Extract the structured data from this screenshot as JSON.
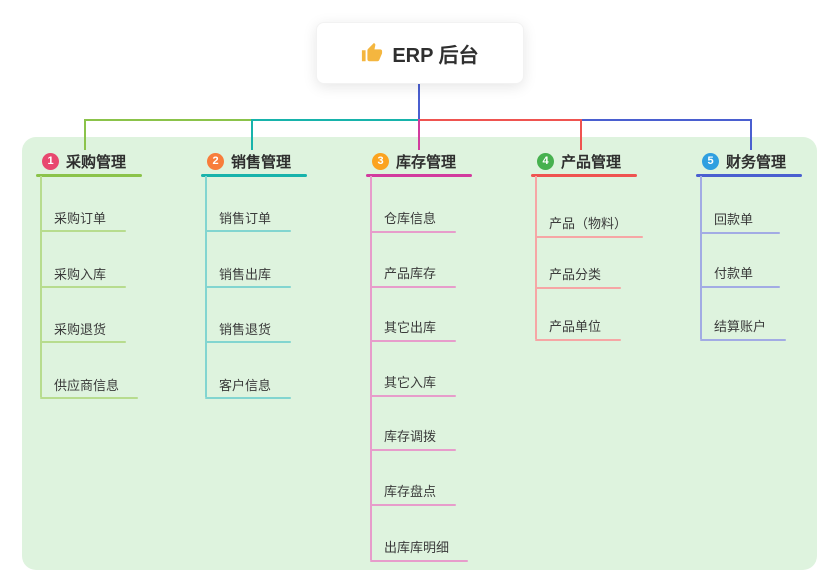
{
  "root": {
    "label": "ERP 后台",
    "icon": "thumbs-up"
  },
  "branches": [
    {
      "num": "1",
      "label": "采购管理",
      "line_color": "#8bc34a",
      "badge_color": "#e8486f",
      "children": [
        "采购订单",
        "采购入库",
        "采购退货",
        "供应商信息"
      ]
    },
    {
      "num": "2",
      "label": "销售管理",
      "line_color": "#17b3ab",
      "badge_color": "#f87d3b",
      "children": [
        "销售订单",
        "销售出库",
        "销售退货",
        "客户信息"
      ]
    },
    {
      "num": "3",
      "label": "库存管理",
      "line_color": "#d23b9e",
      "badge_color": "#fba31f",
      "children": [
        "仓库信息",
        "产品库存",
        "其它出库",
        "其它入库",
        "库存调拨",
        "库存盘点",
        "出库库明细"
      ]
    },
    {
      "num": "4",
      "label": "产品管理",
      "line_color": "#ef5350",
      "badge_color": "#47b14f",
      "children": [
        "产品（物料）",
        "产品分类",
        "产品单位"
      ]
    },
    {
      "num": "5",
      "label": "财务管理",
      "line_color": "#4a5fd0",
      "badge_color": "#2f9fe0",
      "children": [
        "回款单",
        "付款单",
        "结算账户"
      ]
    }
  ],
  "palette": {
    "canvas_background": "#ffffff",
    "panel_background": "#def3de",
    "root_connector": "#4a5fd0"
  }
}
